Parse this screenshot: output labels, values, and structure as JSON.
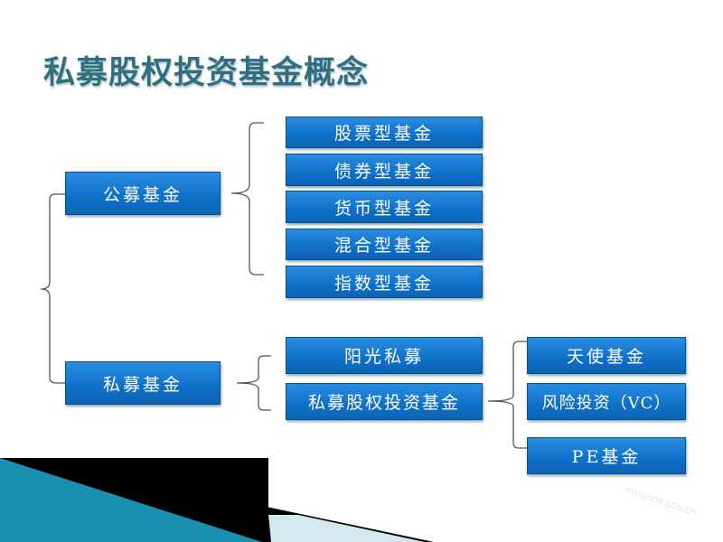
{
  "title": "私募股权投资基金概念",
  "public_fund": {
    "label": "公募基金",
    "types": [
      "股票型基金",
      "债券型基金",
      "货币型基金",
      "混合型基金",
      "指数型基金"
    ]
  },
  "private_fund": {
    "label": "私募基金",
    "types": [
      "阳光私募",
      "私募股权投资基金"
    ]
  },
  "pe_fund_types": [
    "天使基金",
    "风险投资（VC）",
    "PE基金"
  ],
  "watermark": "nmgrzw.gov.cn"
}
